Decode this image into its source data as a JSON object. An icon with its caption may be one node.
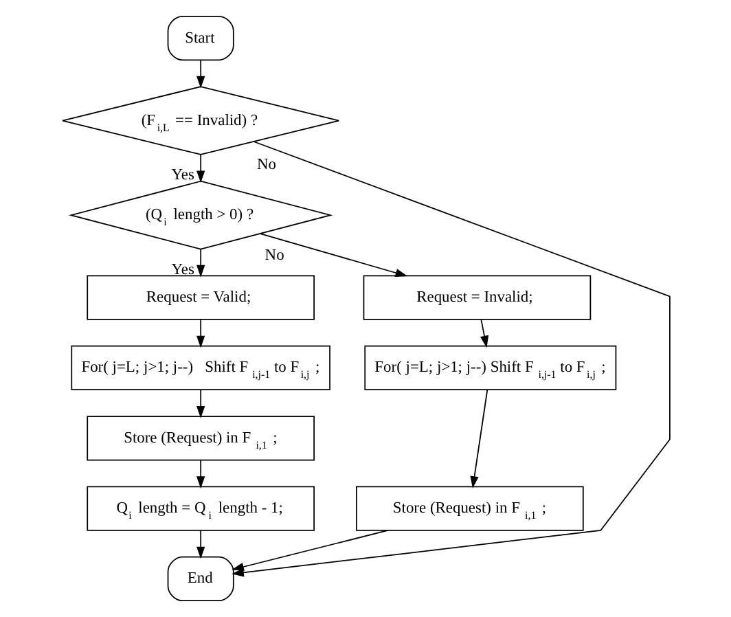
{
  "diagram": {
    "nodes": [
      {
        "text": [
          "Start"
        ]
      },
      {
        "text": [
          "(F$_{i,L}$ == Invalid) ?"
        ]
      },
      {
        "text": [
          "(Q$_{i}$ length > 0) ?"
        ]
      },
      {
        "text": [
          "Request = Valid;"
        ]
      },
      {
        "text": [
          "For( j=L; j>1; j--)   Shift F$_{i,j-1}$ to F$_{i,j}$ ;"
        ]
      },
      {
        "text": [
          "Store (Request) in F$_{i,1}$ ;"
        ]
      },
      {
        "text": [
          "Q$_{i}$ length = Q$_{i}$ length - 1;"
        ]
      },
      {
        "text": [
          "Request = Invalid;"
        ]
      },
      {
        "text": [
          "For( j=L; j>1; j--) Shift F$_{i,j-1}$ to F$_{i,j}$ ;"
        ]
      },
      {
        "text": [
          "Store (Request) in F$_{i,1}$ ;"
        ]
      },
      {
        "text": [
          "End"
        ]
      }
    ],
    "edges": [
      {
        "from": 0,
        "to": 1,
        "arrow": "to"
      },
      {
        "from": 1,
        "to": 2,
        "arrow": "to",
        "label": "Yes"
      },
      {
        "from": 1,
        "to": 10,
        "arrow": "to",
        "label": "No"
      },
      {
        "from": 2,
        "to": 3,
        "arrow": "to",
        "label": "Yes"
      },
      {
        "from": 2,
        "to": 7,
        "arrow": "to",
        "label": "No"
      },
      {
        "from": 3,
        "to": 4,
        "arrow": "to"
      },
      {
        "from": 4,
        "to": 5,
        "arrow": "to"
      },
      {
        "from": 5,
        "to": 6,
        "arrow": "to"
      },
      {
        "from": 6,
        "to": 10,
        "arrow": "to"
      },
      {
        "from": 7,
        "to": 8,
        "arrow": "to"
      },
      {
        "from": 8,
        "to": 9,
        "arrow": "to"
      },
      {
        "from": 9,
        "to": 10,
        "arrow": "to"
      }
    ]
  }
}
